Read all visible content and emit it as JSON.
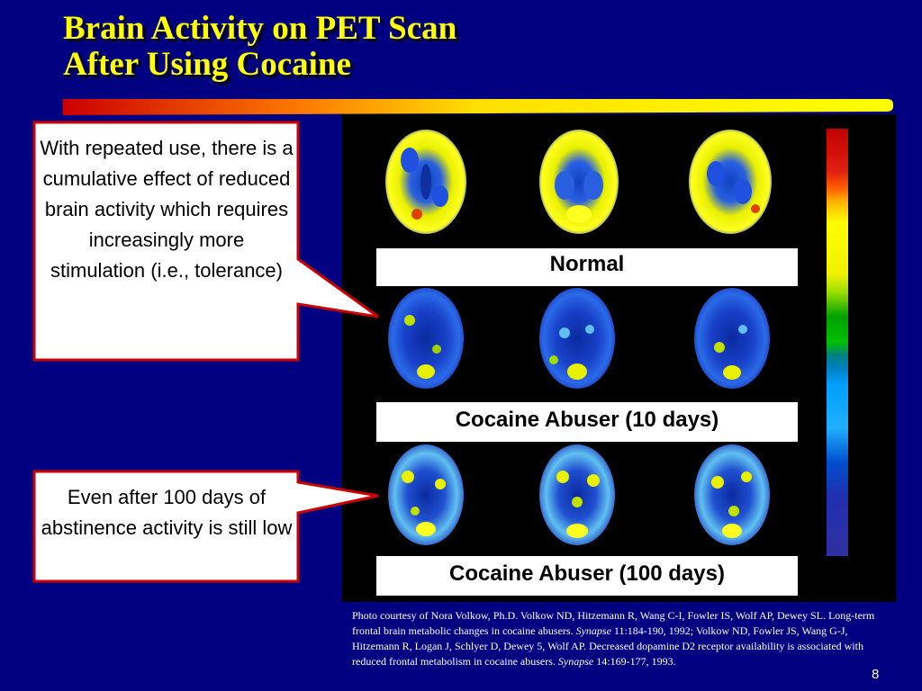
{
  "slide": {
    "title_line1": "Brain Activity on PET Scan",
    "title_line2": "After Using Cocaine",
    "page_number": "8"
  },
  "callouts": {
    "top_text": "With repeated use, there is a cumulative effect of reduced brain activity which requires increasingly more stimulation (i.e., tolerance)",
    "bottom_text": "Even after 100 days of abstinence activity is still low"
  },
  "labels": {
    "normal": "Normal",
    "abuser_10": "Cocaine Abuser (10 days)",
    "abuser_100": "Cocaine Abuser (100 days)"
  },
  "credit": {
    "part1": "Photo courtesy of Nora Volkow, Ph.D. Volkow ND, Hitzemann R, Wang C-I, Fowler IS, Wolf AP, Dewey SL. Long-term frontal brain metabolic changes in cocaine abusers. ",
    "journal1": "Synapse",
    "part2": " 11:184-190, 1992; Volkow ND, Fowler JS, Wang G-J, Hitzemann R, Logan J, Schlyer D, Dewey 5, Wolf AP. Decreased dopamine D2 receptor availability is associated with reduced frontal metabolism in cocaine abusers. ",
    "journal2": "Synapse",
    "part3": " 14:169-177, 1993."
  },
  "colors": {
    "background": "#000080",
    "title": "#ffff00",
    "callout_border": "#cc0000"
  }
}
